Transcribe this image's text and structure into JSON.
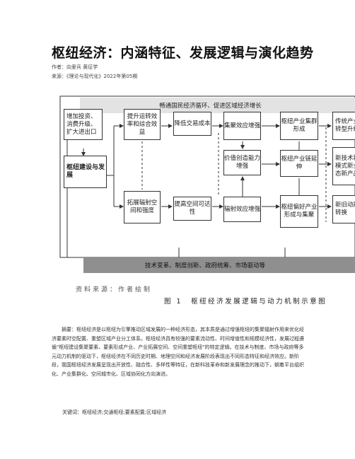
{
  "article": {
    "title": "枢纽经济：内涵特征、发展逻辑与演化趋势",
    "authors": "作者：向爱兵 黄征学",
    "source": "来源：《理论与现代化》2022年第05期"
  },
  "figure": {
    "top_band": "畅通国民经济循环、促进区域经济增长",
    "bottom_band": "技术变革、制度创新、政府统筹、市场驱动等",
    "boxes": {
      "investment": "增加投资、消费升级、扩大进出口",
      "hub_construction": "枢纽建设与发展",
      "transport_efficiency": "提升运转效率和综合效益",
      "radiation_space": "拓展辐射空间和强度",
      "reduce_cost": "降低交易成本",
      "spatial_access": "提高空间可达性",
      "agglomeration": "集聚效应增强",
      "value_creation": "价值创造能力增强",
      "radiation_effect": "辐射效应增强",
      "industry_cluster": "枢纽产业集群形成",
      "chain_extension": "枢纽产业链延伸",
      "preference_industry": "枢纽偏好产业形成与集聚",
      "traditional_transform": "传统产业转型升级",
      "new_tech_models": "新技术新模式新业态新产品",
      "new_old_momentum": "新旧动能转换"
    },
    "source_note": "资料来源：作者绘制",
    "caption": "图 1　枢纽经济发展逻辑与动力机制示意图"
  },
  "abstract": {
    "text": "摘要：枢纽经济是以枢纽为引擎推动区域发展的一种经济形态，其本质是通过增强枢纽的集聚辐射作用来优化经济要素时空配置、重塑区域产业分工体系。枢纽经济具有较强的要素流动性、时间增值性和规模经济性，发展过程遵循\"枢纽建设集聚要素、要素形成产业、产业拓展空间、空间重塑枢纽\"的特定逻辑。在技术与制度、市场与政府等多元动力机制的驱动下，枢纽经济在不同历史时期、地理空间和经济发展阶段表现出不同形态特征和经济效应。新阶段，我国枢纽经济发展呈现出开放性、融合性、多样性等特征，在新科技革命和新发展理念的推动下，朝着平台组织化、产业集群化、空间城市化、区域协同化方向演进。",
    "keywords": "关键词：枢纽经济;交通枢纽;要素配置;区域经济"
  }
}
